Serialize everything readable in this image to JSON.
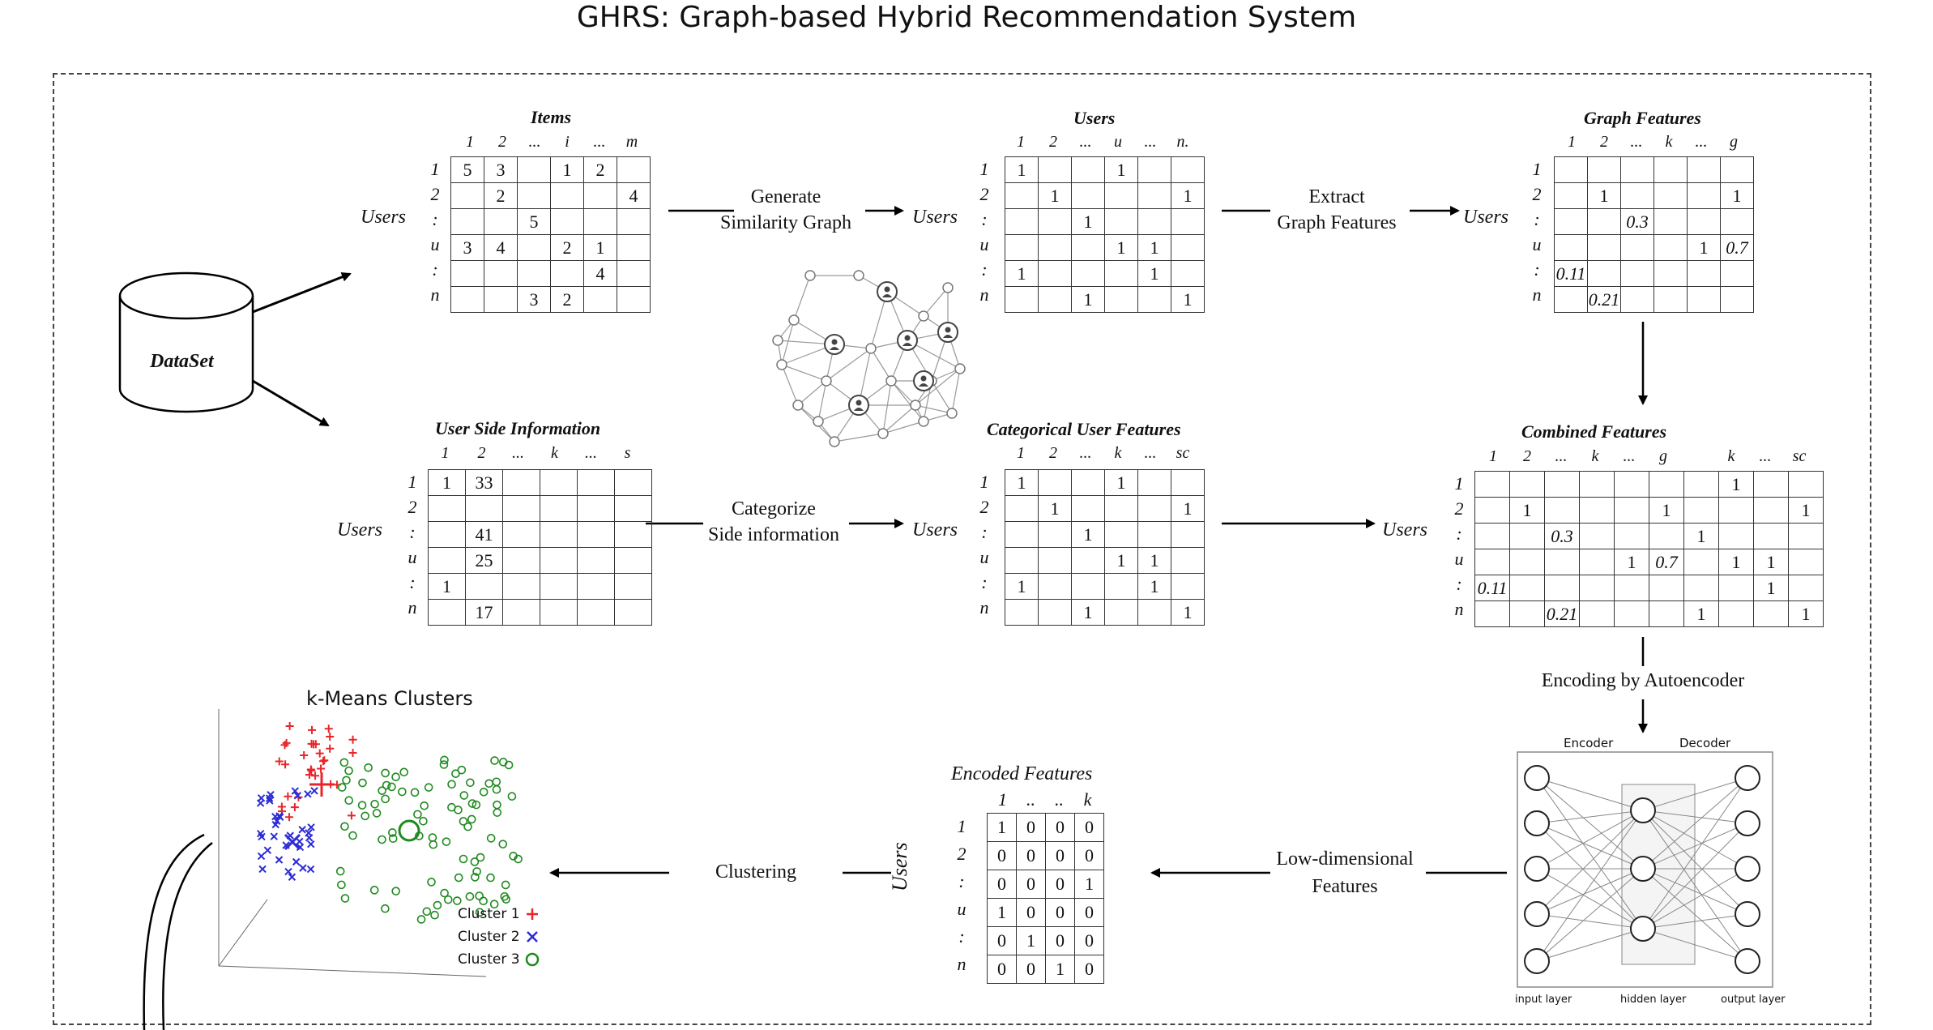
{
  "title": "GHRS: Graph-based Hybrid Recommendation System",
  "dataset": "DataSet",
  "users": "Users",
  "items_matrix": {
    "title": "Items",
    "cols": [
      "1",
      "2",
      "...",
      "i",
      "...",
      "m"
    ],
    "rows": [
      "1",
      "2",
      ":",
      "u",
      ":",
      "n"
    ],
    "cells": [
      [
        "5",
        "3",
        "",
        "1",
        "2",
        ""
      ],
      [
        "",
        "2",
        "",
        "",
        "",
        "4"
      ],
      [
        "",
        "",
        "5",
        "",
        "",
        ""
      ],
      [
        "3",
        "4",
        "",
        "2",
        "1",
        ""
      ],
      [
        "",
        "",
        "",
        "",
        "4",
        ""
      ],
      [
        "",
        "",
        "3",
        "2",
        "",
        ""
      ]
    ]
  },
  "gen_sim": {
    "line1": "Generate",
    "line2": "Similarity Graph"
  },
  "users_matrix": {
    "title": "Users",
    "cols": [
      "1",
      "2",
      "...",
      "u",
      "...",
      "n."
    ],
    "rows": [
      "1",
      "2",
      ":",
      "u",
      ":",
      "n"
    ],
    "cells": [
      [
        "1",
        "",
        "",
        "1",
        "",
        ""
      ],
      [
        "",
        "1",
        "",
        "",
        "",
        "1"
      ],
      [
        "",
        "",
        "1",
        "",
        "",
        ""
      ],
      [
        "",
        "",
        "",
        "1",
        "1",
        ""
      ],
      [
        "1",
        "",
        "",
        "",
        "1",
        ""
      ],
      [
        "",
        "",
        "1",
        "",
        "",
        "1"
      ]
    ]
  },
  "extract": {
    "line1": "Extract",
    "line2": "Graph Features"
  },
  "graph_features": {
    "title": "Graph Features",
    "cols": [
      "1",
      "2",
      "...",
      "k",
      "...",
      "g"
    ],
    "rows": [
      "1",
      "2",
      ":",
      "u",
      ":",
      "n"
    ],
    "cells": [
      [
        "",
        "",
        "",
        "",
        "",
        ""
      ],
      [
        "",
        "1",
        "",
        "",
        "",
        "1"
      ],
      [
        "",
        "",
        "0.3",
        "",
        "",
        ""
      ],
      [
        "",
        "",
        "",
        "",
        "1",
        "0.7"
      ],
      [
        "0.11",
        "",
        "",
        "",
        "",
        ""
      ],
      [
        "",
        "0.21",
        "",
        "",
        "",
        ""
      ]
    ]
  },
  "user_side": {
    "title": "User Side Information",
    "cols": [
      "1",
      "2",
      "...",
      "k",
      "...",
      "s"
    ],
    "rows": [
      "1",
      "2",
      ":",
      "u",
      ":",
      "n"
    ],
    "cells": [
      [
        "1",
        "33",
        "",
        "",
        "",
        ""
      ],
      [
        "",
        "",
        "",
        "",
        "",
        ""
      ],
      [
        "",
        "41",
        "",
        "",
        "",
        ""
      ],
      [
        "",
        "25",
        "",
        "",
        "",
        ""
      ],
      [
        "1",
        "",
        "",
        "",
        "",
        ""
      ],
      [
        "",
        "17",
        "",
        "",
        "",
        ""
      ]
    ]
  },
  "categorize": {
    "line1": "Categorize",
    "line2": "Side information"
  },
  "categorical": {
    "title": "Categorical User Features",
    "cols": [
      "1",
      "2",
      "...",
      "k",
      "...",
      "sc"
    ],
    "rows": [
      "1",
      "2",
      ":",
      "u",
      ":",
      "n"
    ],
    "cells": [
      [
        "1",
        "",
        "",
        "1",
        "",
        ""
      ],
      [
        "",
        "1",
        "",
        "",
        "",
        "1"
      ],
      [
        "",
        "",
        "1",
        "",
        "",
        ""
      ],
      [
        "",
        "",
        "",
        "1",
        "1",
        ""
      ],
      [
        "1",
        "",
        "",
        "",
        "1",
        ""
      ],
      [
        "",
        "",
        "1",
        "",
        "",
        "1"
      ]
    ]
  },
  "combined": {
    "title": "Combined Features",
    "cols": [
      "1",
      "2",
      "...",
      "k",
      "...",
      "g",
      "",
      "k",
      "...",
      "sc"
    ],
    "rows": [
      "1",
      "2",
      ":",
      "u",
      ":",
      "n"
    ],
    "cells": [
      [
        "",
        "",
        "",
        "",
        "",
        "",
        "",
        "1",
        "",
        ""
      ],
      [
        "",
        "1",
        "",
        "",
        "",
        "1",
        "",
        "",
        "",
        "1"
      ],
      [
        "",
        "",
        "0.3",
        "",
        "",
        "",
        "1",
        "",
        "",
        ""
      ],
      [
        "",
        "",
        "",
        "",
        "1",
        "0.7",
        "",
        "1",
        "1",
        ""
      ],
      [
        "0.11",
        "",
        "",
        "",
        "",
        "",
        "",
        "",
        "1",
        ""
      ],
      [
        "",
        "",
        "0.21",
        "",
        "",
        "",
        "1",
        "",
        "",
        "1"
      ]
    ]
  },
  "encoding": "Encoding by Autoencoder",
  "autoencoder": {
    "encoder": "Encoder",
    "decoder": "Decoder",
    "input": "input layer",
    "hidden": "hidden layer",
    "output": "output layer"
  },
  "low_dim": {
    "line1": "Low-dimensional",
    "line2": "Features"
  },
  "encoded": {
    "title": "Encoded Features",
    "cols": [
      "1",
      "..",
      "..",
      "k"
    ],
    "rows": [
      "1",
      "2",
      ":",
      "u",
      ":",
      "n"
    ],
    "cells": [
      [
        "1",
        "0",
        "0",
        "0"
      ],
      [
        "0",
        "0",
        "0",
        "0"
      ],
      [
        "0",
        "0",
        "0",
        "1"
      ],
      [
        "1",
        "0",
        "0",
        "0"
      ],
      [
        "0",
        "1",
        "0",
        "0"
      ],
      [
        "0",
        "0",
        "1",
        "0"
      ]
    ]
  },
  "clustering": "Clustering",
  "kmeans": {
    "title": "k-Means Clusters",
    "legend": [
      "Cluster 1",
      "Cluster 2",
      "Cluster 3"
    ],
    "colors": [
      "#e8262a",
      "#2b2bd6",
      "#1f8a1f"
    ]
  }
}
